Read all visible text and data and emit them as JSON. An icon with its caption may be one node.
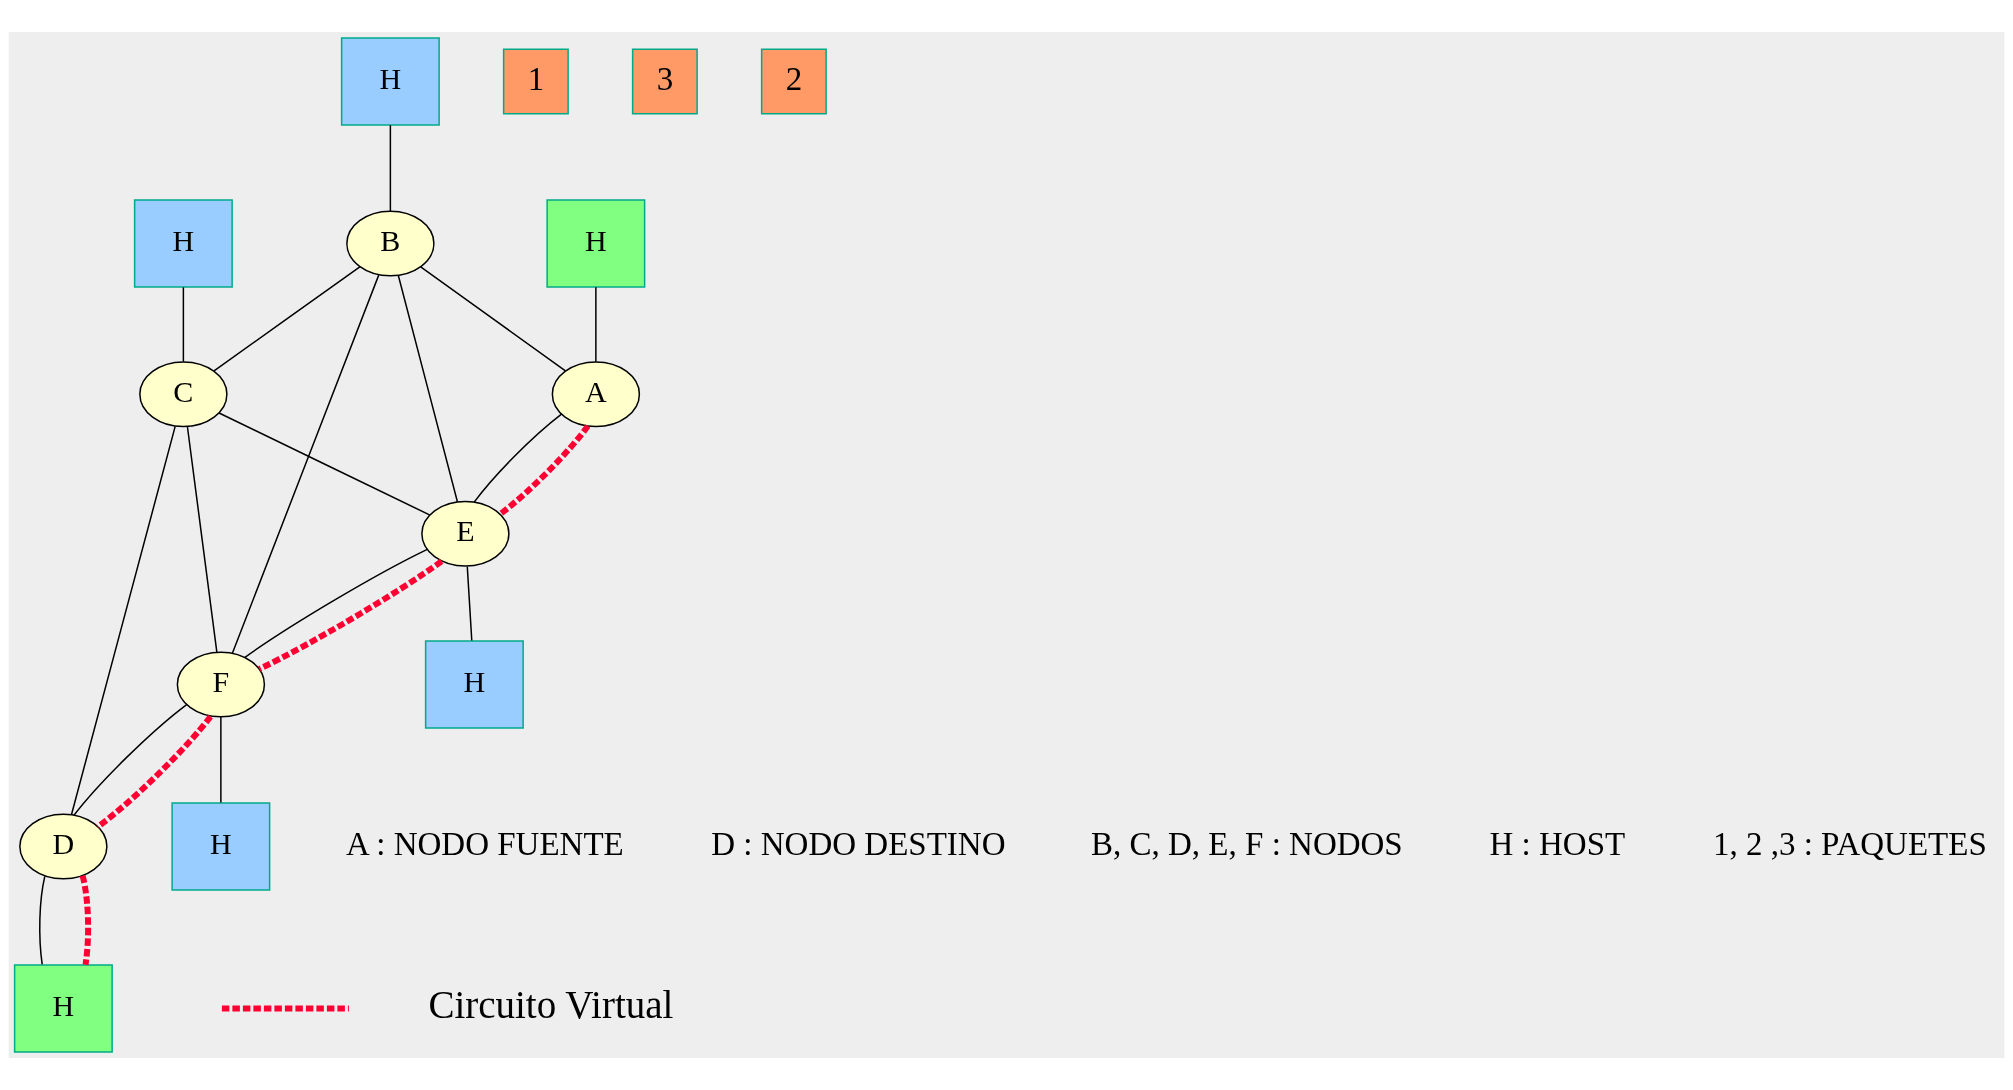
{
  "diagram": {
    "nodes": [
      {
        "text": [
          "H"
        ]
      },
      {
        "text": [
          "H"
        ]
      },
      {
        "text": [
          "B"
        ]
      },
      {
        "text": [
          "C"
        ]
      },
      {
        "text": [
          "1"
        ]
      },
      {
        "text": [
          "H"
        ]
      },
      {
        "text": [
          "3"
        ]
      },
      {
        "text": [
          "A"
        ]
      },
      {
        "text": [
          "D"
        ]
      },
      {
        "text": [
          "H"
        ]
      },
      {
        "text": [
          "2"
        ]
      },
      {
        "text": [
          "E"
        ]
      },
      {
        "text": [
          "F"
        ]
      },
      {
        "text": [
          "H"
        ]
      },
      {
        "text": [
          "H"
        ]
      }
    ],
    "edges": [
      {
        "from": 0,
        "to": 2,
        "arrow": "none"
      },
      {
        "from": 1,
        "to": 3,
        "arrow": "none"
      },
      {
        "from": 2,
        "to": 3,
        "arrow": "none"
      },
      {
        "from": 2,
        "to": 7,
        "arrow": "none"
      },
      {
        "from": 2,
        "to": 11,
        "arrow": "none"
      },
      {
        "from": 2,
        "to": 12,
        "arrow": "none"
      },
      {
        "from": 3,
        "to": 11,
        "arrow": "none"
      },
      {
        "from": 3,
        "to": 12,
        "arrow": "none"
      },
      {
        "from": 3,
        "to": 8,
        "arrow": "none"
      },
      {
        "from": 8,
        "to": 5,
        "arrow": "none"
      },
      {
        "from": 9,
        "to": 7,
        "arrow": "none"
      },
      {
        "from": 7,
        "to": 11,
        "arrow": "none"
      },
      {
        "from": 11,
        "to": 12,
        "arrow": "none"
      },
      {
        "from": 12,
        "to": 8,
        "arrow": "none"
      },
      {
        "from": 11,
        "to": 13,
        "arrow": "none"
      },
      {
        "from": 12,
        "to": 14,
        "arrow": "none"
      },
      {
        "from": 7,
        "to": 11,
        "arrow": "none",
        "style": "dashed",
        "color": "#ff0033"
      },
      {
        "from": 11,
        "to": 12,
        "arrow": "none",
        "style": "dashed",
        "color": "#ff0033"
      },
      {
        "from": 12,
        "to": 8,
        "arrow": "none",
        "style": "dashed",
        "color": "#ff0033"
      },
      {
        "from": 8,
        "to": 5,
        "arrow": "none",
        "style": "dashed",
        "color": "#ff0033"
      }
    ],
    "labels": [
      "A : NODO FUENTE",
      "D : NODO DESTINO",
      "B, C, D, E, F : NODOS",
      "H : HOST",
      "1, 2 ,3 : PAQUETES"
    ],
    "legend": [
      {
        "text": "Circuito Virtual"
      }
    ]
  }
}
